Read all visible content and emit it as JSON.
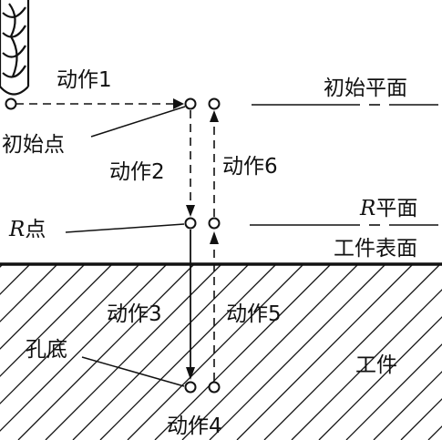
{
  "labels": {
    "action1": "动作1",
    "action2": "动作2",
    "action3": "动作3",
    "action4": "动作4",
    "action5": "动作5",
    "action6": "动作6",
    "initial_point": "初始点",
    "r_point_letter": "R",
    "r_point_suffix": "点",
    "hole_bottom": "孔底",
    "initial_plane": "初始平面",
    "r_plane_letter": "R",
    "r_plane_suffix": "平面",
    "workpiece_surface": "工件表面",
    "workpiece": "工件"
  }
}
